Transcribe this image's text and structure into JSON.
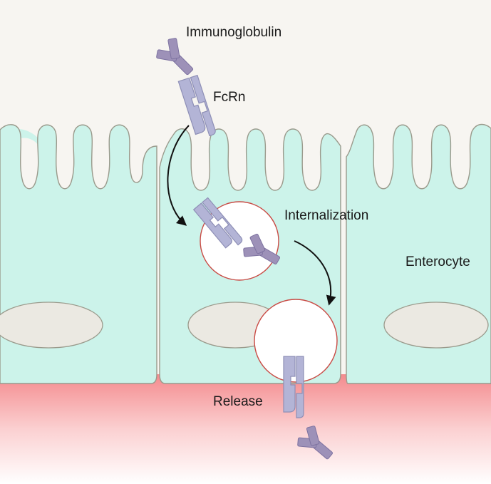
{
  "labels": {
    "immunoglobulin": "Immunoglobulin",
    "fcrn": "FcRn",
    "internalization": "Internalization",
    "enterocyte": "Enterocyte",
    "release": "Release"
  },
  "colors": {
    "lumen": "#f7f5f1",
    "cell": "#ccf3ea",
    "cell_outline": "#9a9a8c",
    "nucleus": "#ebe9e2",
    "blood": "#f48b8e",
    "vesicle_outline": "#c94b45",
    "protein": "#b3b4d6",
    "protein_outline": "#8e8fb6",
    "immunoglobulin": "#9d91b8",
    "arrow": "#111111"
  }
}
